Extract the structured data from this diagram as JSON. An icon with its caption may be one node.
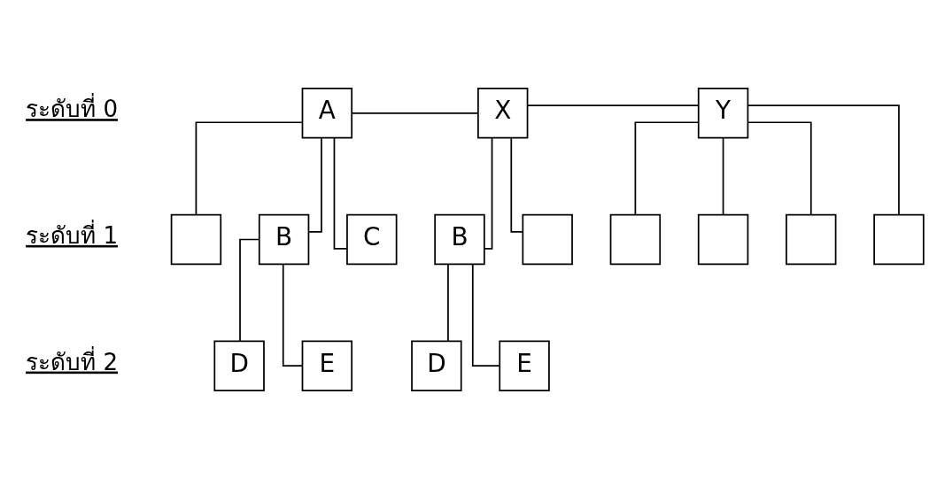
{
  "diagram": {
    "nodes": [
      {
        "text": [
          "A"
        ]
      },
      {
        "text": [
          "X"
        ]
      },
      {
        "text": [
          "Y"
        ]
      },
      {
        "text": [],
        "shape": "box"
      },
      {
        "text": [
          "B"
        ]
      },
      {
        "text": [
          "C"
        ]
      },
      {
        "text": [
          "B"
        ]
      },
      {
        "text": [],
        "shape": "box"
      },
      {
        "text": [],
        "shape": "box"
      },
      {
        "text": [],
        "shape": "box"
      },
      {
        "text": [],
        "shape": "box"
      },
      {
        "text": [],
        "shape": "box"
      },
      {
        "text": [
          "D"
        ]
      },
      {
        "text": [
          "E"
        ]
      },
      {
        "text": [
          "D"
        ]
      },
      {
        "text": [
          "E"
        ]
      }
    ],
    "edges": [
      {
        "from": 0,
        "to": 1,
        "arrow": "none"
      },
      {
        "from": 1,
        "to": 2,
        "arrow": "none"
      },
      {
        "from": 0,
        "to": 3,
        "arrow": "none"
      },
      {
        "from": 0,
        "to": 4,
        "arrow": "none"
      },
      {
        "from": 0,
        "to": 5,
        "arrow": "none"
      },
      {
        "from": 1,
        "to": 6,
        "arrow": "none"
      },
      {
        "from": 1,
        "to": 7,
        "arrow": "none"
      },
      {
        "from": 2,
        "to": 8,
        "arrow": "none"
      },
      {
        "from": 2,
        "to": 9,
        "arrow": "none"
      },
      {
        "from": 2,
        "to": 10,
        "arrow": "none"
      },
      {
        "from": 2,
        "to": 11,
        "arrow": "none"
      },
      {
        "from": 4,
        "to": 12,
        "arrow": "none"
      },
      {
        "from": 4,
        "to": 13,
        "arrow": "none"
      },
      {
        "from": 6,
        "to": 14,
        "arrow": "none"
      },
      {
        "from": 6,
        "to": 15,
        "arrow": "none"
      }
    ],
    "labels": [
      "ระดับที่ 0",
      "ระดับที่ 1",
      "ระดับที่ 2"
    ]
  }
}
